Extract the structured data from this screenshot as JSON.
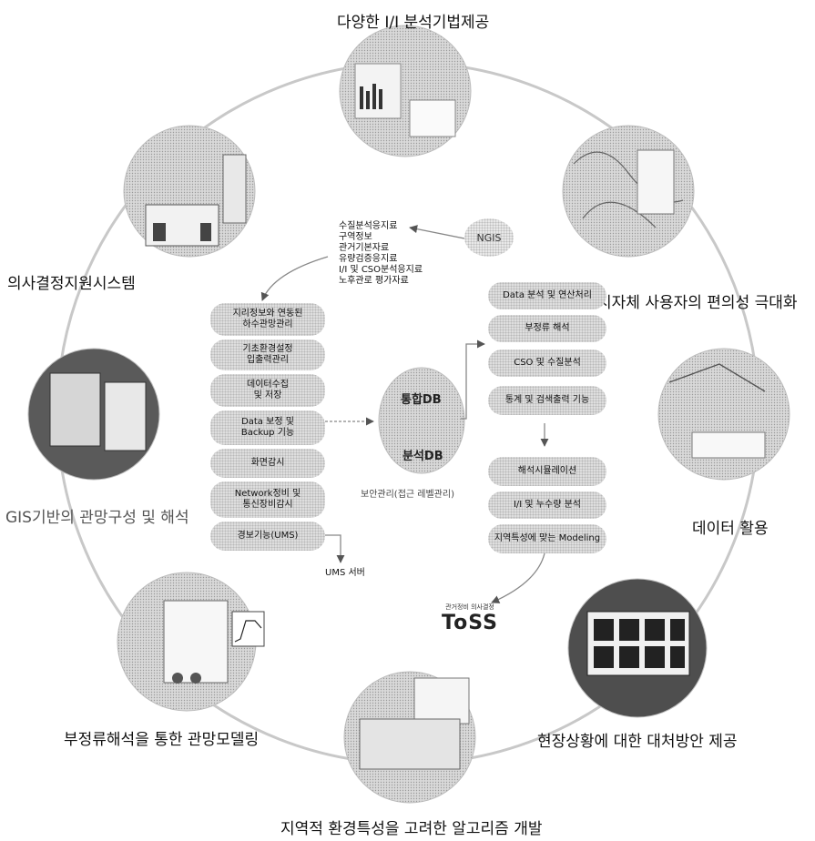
{
  "outer_labels": {
    "top": "다양한 I/I 분석기법제공",
    "top_right": "지자체 사용자의 편의성 극대화",
    "right": "데이터 활용",
    "bottom_right": "현장상황에 대한 대처방안 제공",
    "bottom": "지역적 환경특성을 고려한 알고리즘 개발",
    "bottom_left": "부정류해석을 통한 관망모델링",
    "left": "GIS기반의 관망구성 및 해석",
    "top_left": "의사결정지원시스템"
  },
  "ngis": {
    "label": "NGIS",
    "data_items": [
      "수질분석응지료",
      "구역정보",
      "관거기본자료",
      "유량검증응지료",
      "I/I 및 CSO분석응지료",
      "노후관로 평가자료"
    ]
  },
  "left_column": [
    "지리정보와 연동된\n하수관망관리",
    "기초환경설정\n입출력관리",
    "데이터수집\n및 저장",
    "Data 보정 및\nBackup 기능",
    "화면감시",
    "Network정비 및\n통신장비감시",
    "경보기능(UMS)"
  ],
  "ums_server": "UMS 서버",
  "center": {
    "db_top": "통합DB",
    "db_bottom": "분석DB",
    "security": "보안관리(접근 레벨관리)"
  },
  "right_column_top": [
    "Data 분석 및 연산처리",
    "부정류 해석",
    "CSO 및 수질분석",
    "통계 및 검색출력 기능"
  ],
  "right_column_bottom": [
    "해석시뮬레이션",
    "I/I 및 누수량 분석",
    "지역특성에 맞는 Modeling"
  ],
  "toss": {
    "subtitle": "관거정비 의사결정",
    "logo": "ToSS"
  }
}
